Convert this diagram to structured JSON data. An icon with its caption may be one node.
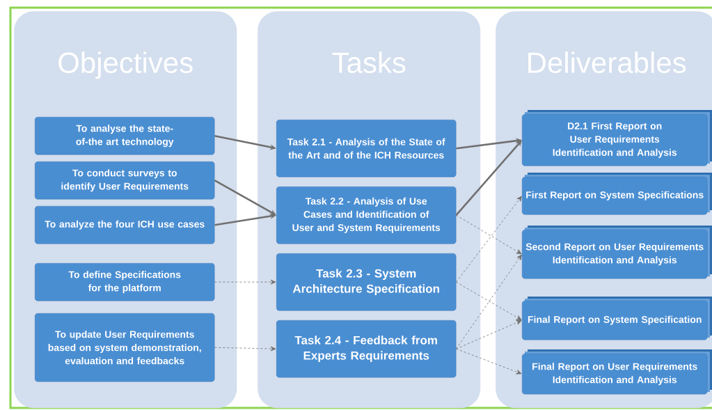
{
  "diagram": {
    "nodes": [
      {
        "text": [
          "Objectives"
        ]
      },
      {
        "text": [
          "Tasks"
        ]
      },
      {
        "text": [
          "Deliverables"
        ]
      },
      {
        "text": [
          "To analyse the state-of-the art technology"
        ],
        "in": 0
      },
      {
        "text": [
          "To conduct surveys to identify User Requirements"
        ],
        "in": 0
      },
      {
        "text": [
          "To analyze the four ICH use cases"
        ],
        "in": 0
      },
      {
        "text": [
          "To define Specifications for the platform"
        ],
        "in": 0
      },
      {
        "text": [
          "To update User Requirements based on system demonstration, evaluation and feedbacks"
        ],
        "in": 0
      },
      {
        "text": [
          "Task 2.1 - Analysis of the State of the Art and of the ICH Resources"
        ],
        "in": 1
      },
      {
        "text": [
          "Task 2.2 - Analysis of Use Cases and Identification of User and System Requirements"
        ],
        "in": 1
      },
      {
        "text": [
          "Task 2.3 - System Architecture Specification"
        ],
        "in": 1
      },
      {
        "text": [
          "Task 2.4 - Feedback from Experts Requirements"
        ],
        "in": 1
      },
      {
        "text": [
          "D2.1 First Report on User Requirements Identification and Analysis"
        ],
        "in": 2
      },
      {
        "text": [
          "First Report on System Specifications"
        ],
        "in": 2
      },
      {
        "text": [
          "Second Report on User Requirements Identification and Analysis"
        ],
        "in": 2
      },
      {
        "text": [
          "Final Report on System Specification"
        ],
        "in": 2
      },
      {
        "text": [
          "Final Report on User Requirements Identification and Analysis"
        ],
        "in": 2
      }
    ],
    "edges": [
      {
        "from": 3,
        "to": 8,
        "arrow": "to",
        "style": "thick"
      },
      {
        "from": 4,
        "to": 9,
        "arrow": "to",
        "style": "thick"
      },
      {
        "from": 5,
        "to": 9,
        "arrow": "to",
        "style": "thick"
      },
      {
        "from": 6,
        "to": 10,
        "arrow": "to",
        "style": "dashed"
      },
      {
        "from": 7,
        "to": 11,
        "arrow": "to",
        "style": "dashed"
      },
      {
        "from": 8,
        "to": 12,
        "arrow": "to",
        "style": "thick"
      },
      {
        "from": 9,
        "to": 12,
        "arrow": "to",
        "style": "thick"
      },
      {
        "from": 9,
        "to": 14,
        "arrow": "to",
        "style": "dashed"
      },
      {
        "from": 10,
        "to": 13,
        "arrow": "to",
        "style": "dashed"
      },
      {
        "from": 10,
        "to": 15,
        "arrow": "to",
        "style": "dashed"
      },
      {
        "from": 11,
        "to": 14,
        "arrow": "to",
        "style": "dashed"
      },
      {
        "from": 11,
        "to": 15,
        "arrow": "to",
        "style": "dashed"
      },
      {
        "from": 11,
        "to": 16,
        "arrow": "to",
        "style": "dashed"
      }
    ]
  }
}
